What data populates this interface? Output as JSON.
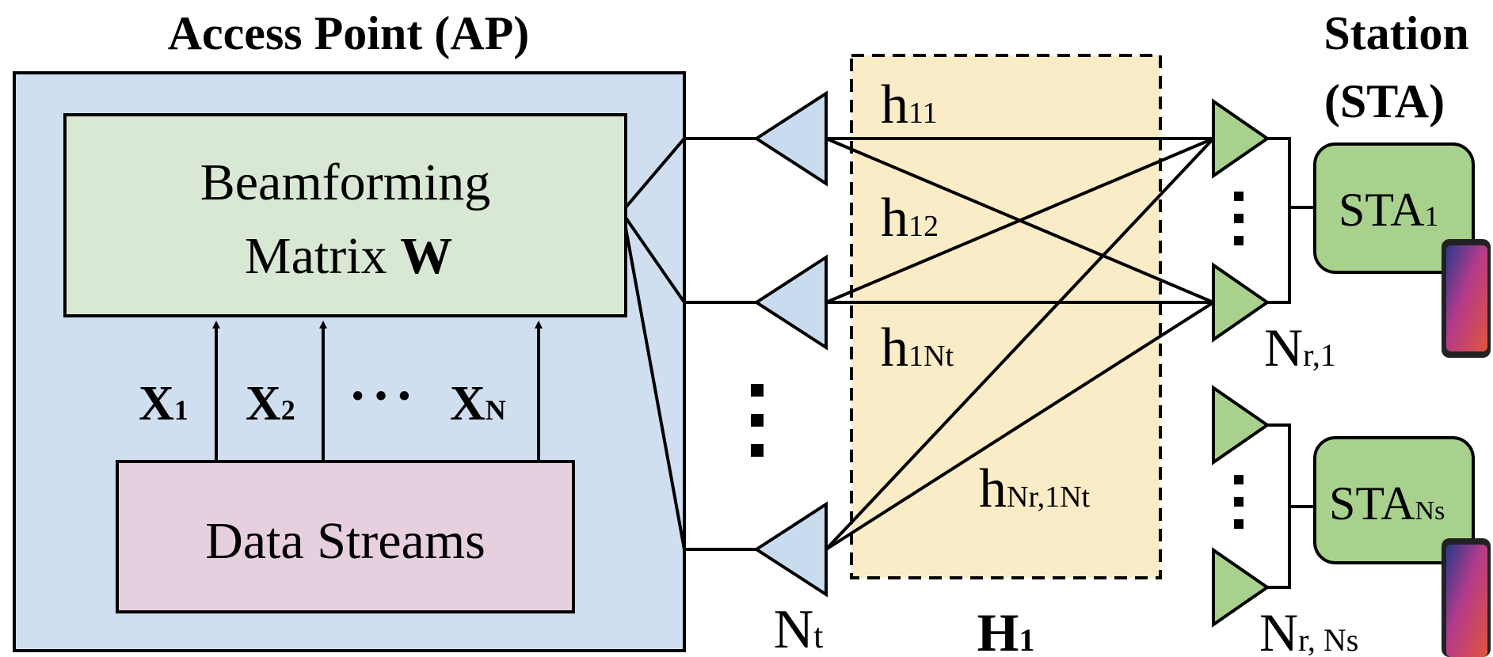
{
  "ap": {
    "title": "Access Point (AP)"
  },
  "beamforming": {
    "line1": "Beamforming",
    "line2": "Matrix ",
    "matrix": "W"
  },
  "streams": {
    "label": "Data Streams",
    "inputs": [
      {
        "base": "X",
        "sub": "1"
      },
      {
        "base": "X",
        "sub": "2"
      },
      {
        "base": "X",
        "sub": "N"
      }
    ],
    "ellipsis": "···"
  },
  "channel": {
    "matrix_base": "H",
    "matrix_sub": "1",
    "coeffs": [
      {
        "base": "h",
        "sub": "11"
      },
      {
        "base": "h",
        "sub": "12"
      },
      {
        "base": "h",
        "sub": "1Nt"
      },
      {
        "base": "h",
        "sub": "Nr,1Nt"
      }
    ]
  },
  "tx": {
    "count_base": "N",
    "count_sub": "t"
  },
  "station": {
    "title_line1": "Station",
    "title_line2": "(STA)",
    "boxes": [
      {
        "base": "STA",
        "sub": "1"
      },
      {
        "base": "STA",
        "sub": "Ns"
      }
    ],
    "rx_counts": [
      {
        "base": "N",
        "sub": "r,1"
      },
      {
        "base": "N",
        "sub": "r, Ns"
      }
    ]
  },
  "colors": {
    "ap_fill": "#cfdff0",
    "beamforming_fill": "#d9e8d4",
    "streams_fill": "#e6d0df",
    "channel_fill": "#fbecc8",
    "tx_antenna": "#c9dcef",
    "rx_antenna": "#a9d18e",
    "sta_fill": "#a9d18e"
  }
}
